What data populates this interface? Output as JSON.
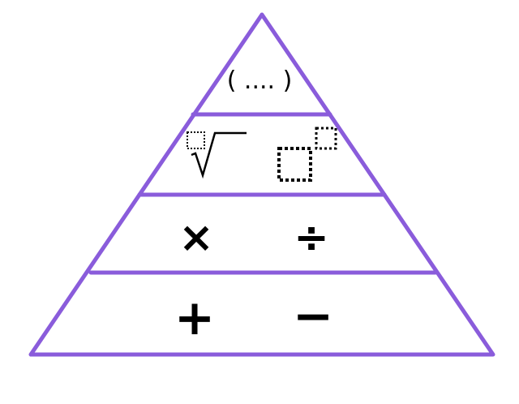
{
  "diagram": {
    "title": "Order of operations pyramid",
    "line_color": "#8a5cdb",
    "levels": [
      {
        "name": "brackets",
        "symbols": [
          "( .... )"
        ]
      },
      {
        "name": "indices",
        "symbols": [
          "root",
          "power"
        ]
      },
      {
        "name": "multiply-divide",
        "symbols": [
          "×",
          "÷"
        ]
      },
      {
        "name": "add-subtract",
        "symbols": [
          "+",
          "−"
        ]
      }
    ],
    "texts": {
      "brackets": "( .... )",
      "times": "×",
      "divide": "÷",
      "plus": "+",
      "minus": "−",
      "radical": "√"
    }
  }
}
